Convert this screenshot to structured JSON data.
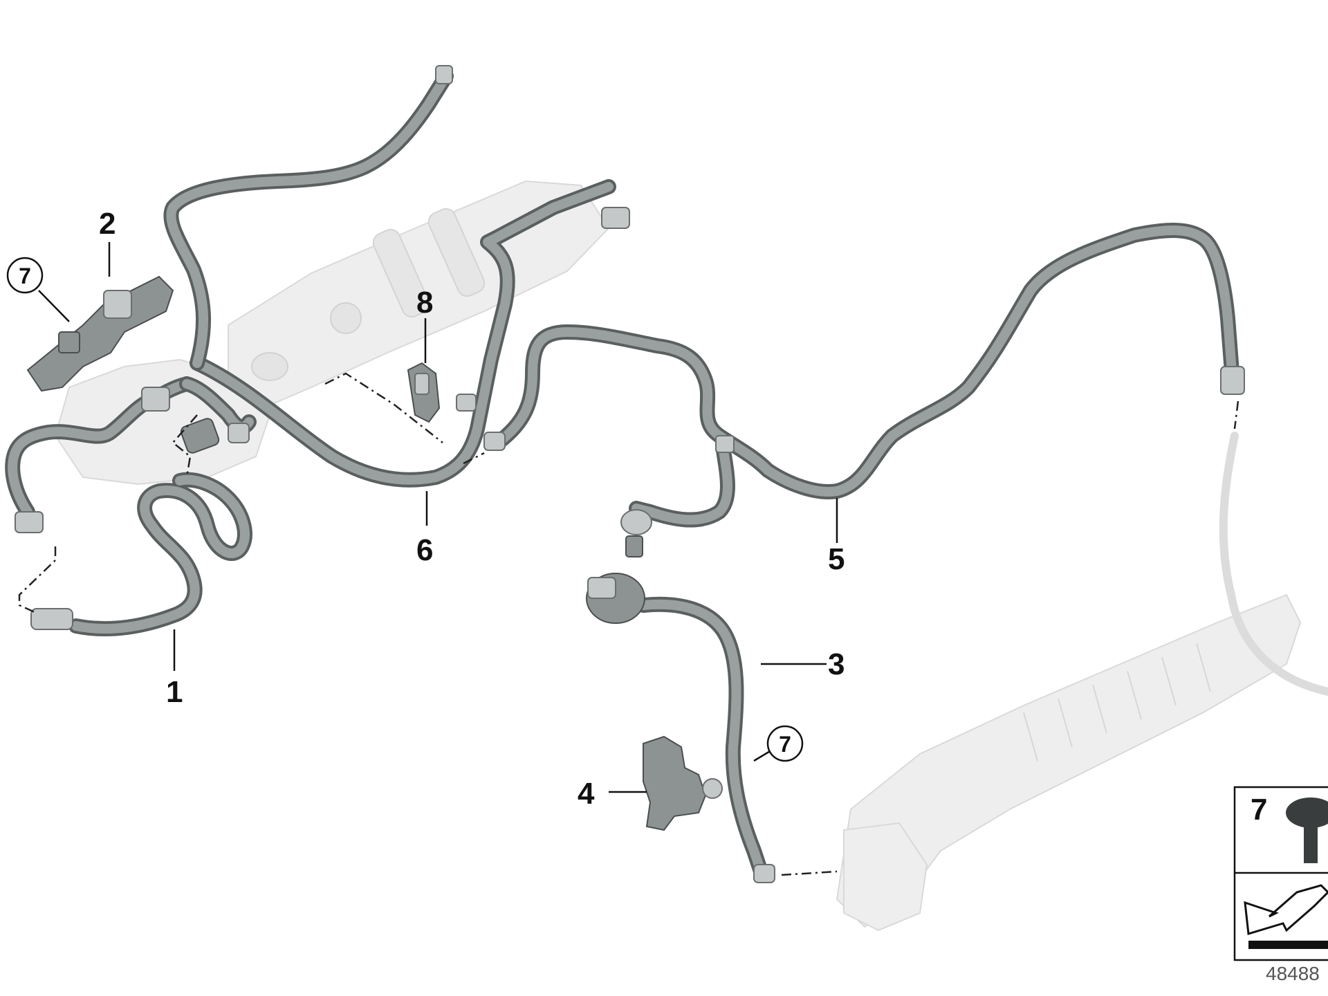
{
  "callouts": {
    "c1": "1",
    "c2": "2",
    "c3": "3",
    "c4": "4",
    "c5": "5",
    "c6": "6",
    "c7": "7",
    "c8": "8"
  },
  "legend_box": {
    "number": "7"
  },
  "document_number": "48488"
}
